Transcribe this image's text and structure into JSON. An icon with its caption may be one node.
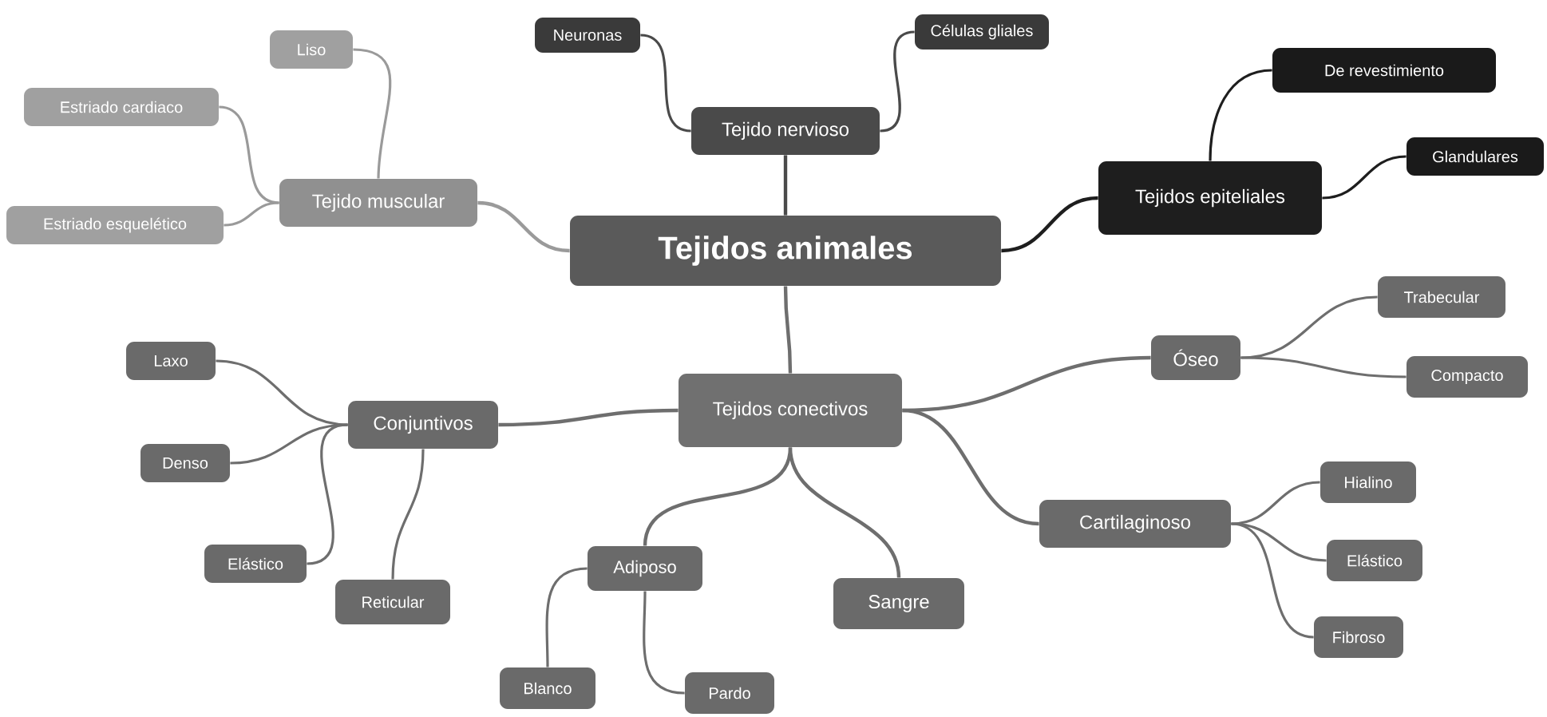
{
  "diagram": {
    "nodes": [
      {
        "text": [
          "Tejidos animales"
        ]
      },
      {
        "text": [
          "Tejido nervioso"
        ]
      },
      {
        "text": [
          "Neuronas"
        ]
      },
      {
        "text": [
          "Células gliales"
        ]
      },
      {
        "text": [
          "Tejidos epiteliales"
        ]
      },
      {
        "text": [
          "De revestimiento"
        ]
      },
      {
        "text": [
          "Glandulares"
        ]
      },
      {
        "text": [
          "Tejido muscular"
        ]
      },
      {
        "text": [
          "Liso"
        ]
      },
      {
        "text": [
          "Estriado cardiaco"
        ]
      },
      {
        "text": [
          "Estriado esquelético"
        ]
      },
      {
        "text": [
          "Tejidos conectivos"
        ]
      },
      {
        "text": [
          "Conjuntivos"
        ]
      },
      {
        "text": [
          "Laxo"
        ]
      },
      {
        "text": [
          "Denso"
        ]
      },
      {
        "text": [
          "Elástico"
        ]
      },
      {
        "text": [
          "Reticular"
        ]
      },
      {
        "text": [
          "Adiposo"
        ]
      },
      {
        "text": [
          "Blanco"
        ]
      },
      {
        "text": [
          "Pardo"
        ]
      },
      {
        "text": [
          "Sangre"
        ]
      },
      {
        "text": [
          "Óseo"
        ]
      },
      {
        "text": [
          "Trabecular"
        ]
      },
      {
        "text": [
          "Compacto"
        ]
      },
      {
        "text": [
          "Cartilaginoso"
        ]
      },
      {
        "text": [
          "Hialino"
        ]
      },
      {
        "text": [
          "Elástico"
        ]
      },
      {
        "text": [
          "Fibroso"
        ]
      }
    ],
    "edges": [
      {
        "from": 0,
        "to": 1,
        "arrow": "none",
        "color": "#4a4a4a"
      },
      {
        "from": 1,
        "to": 2,
        "arrow": "none",
        "color": "#4a4a4a"
      },
      {
        "from": 1,
        "to": 3,
        "arrow": "none",
        "color": "#4a4a4a"
      },
      {
        "from": 0,
        "to": 4,
        "arrow": "none",
        "color": "#1e1e1e"
      },
      {
        "from": 4,
        "to": 5,
        "arrow": "none",
        "color": "#1e1e1e"
      },
      {
        "from": 4,
        "to": 6,
        "arrow": "none",
        "color": "#1e1e1e"
      },
      {
        "from": 0,
        "to": 7,
        "arrow": "none",
        "color": "#9a9a9a"
      },
      {
        "from": 7,
        "to": 8,
        "arrow": "none",
        "color": "#9a9a9a"
      },
      {
        "from": 7,
        "to": 9,
        "arrow": "none",
        "color": "#9a9a9a"
      },
      {
        "from": 7,
        "to": 10,
        "arrow": "none",
        "color": "#9a9a9a"
      },
      {
        "from": 0,
        "to": 11,
        "arrow": "none"
      },
      {
        "from": 11,
        "to": 12,
        "arrow": "none"
      },
      {
        "from": 12,
        "to": 13,
        "arrow": "none"
      },
      {
        "from": 12,
        "to": 14,
        "arrow": "none"
      },
      {
        "from": 12,
        "to": 15,
        "arrow": "none"
      },
      {
        "from": 12,
        "to": 16,
        "arrow": "none"
      },
      {
        "from": 11,
        "to": 17,
        "arrow": "none"
      },
      {
        "from": 17,
        "to": 18,
        "arrow": "none"
      },
      {
        "from": 17,
        "to": 19,
        "arrow": "none"
      },
      {
        "from": 11,
        "to": 20,
        "arrow": "none"
      },
      {
        "from": 11,
        "to": 21,
        "arrow": "none"
      },
      {
        "from": 21,
        "to": 22,
        "arrow": "none"
      },
      {
        "from": 21,
        "to": 23,
        "arrow": "none"
      },
      {
        "from": 11,
        "to": 24,
        "arrow": "none"
      },
      {
        "from": 24,
        "to": 25,
        "arrow": "none"
      },
      {
        "from": 24,
        "to": 26,
        "arrow": "none"
      },
      {
        "from": 24,
        "to": 27,
        "arrow": "none"
      }
    ]
  }
}
